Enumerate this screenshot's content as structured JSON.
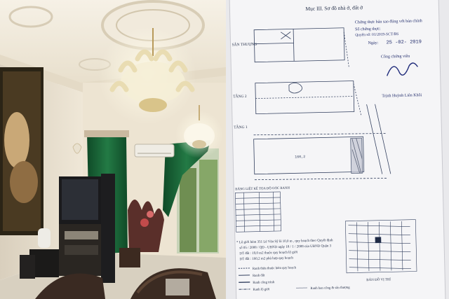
{
  "document": {
    "section_heading": "Mục III. Sơ đồ nhà ở, đất ở",
    "certified_line_1": "Chứng thực bản sao đúng với bản chính",
    "certified_line_2": "Số chứng thực:",
    "certified_line_3": "Quyển số: 01/2019-SCT/BS",
    "date_label": "Ngày:",
    "date_value": "25 -02- 2019",
    "officer_title": "Công chứng viên",
    "officer_name": "Trịnh Huỳnh Liên Khôi",
    "floor_roof": "SÂN THƯỢNG",
    "floor_2": "TẦNG 2",
    "floor_1": "TẦNG 1",
    "coord_table_title": "BẢNG LIỆT KÊ TỌA ĐỘ GÓC RANH",
    "note_1": "* Lộ giới hẻm 351 Lê Văn Sỹ là 10,0 m , quy hoạch theo Quyết định",
    "note_2": "số 05 / 2008 / QĐ - UBND ngày 18 / 1 / 2008 của UBND Quận 3",
    "note_3": "DT đất : 19,0 m2 thuộc quy hoạch lộ giới",
    "note_4": "DT đất : 160,2 m2 phù hợp quy hoạch",
    "legend_1": "Ranh thửa thuộc hẻm quy hoạch",
    "legend_2": "Ranh đất",
    "legend_3": "Ranh công trình",
    "legend_4": "Ranh lộ giới",
    "legend_5": "Ranh ban công & sân thượng",
    "map_label": "BẢN ĐỒ VỊ TRÍ"
  },
  "colors": {
    "wall": "#efe6d4",
    "ceiling": "#f4eee2",
    "curtain": "#1d6a3a",
    "floor": "#ddd6c8",
    "paper": "#f4f4f6",
    "ink": "#1f2a44"
  }
}
